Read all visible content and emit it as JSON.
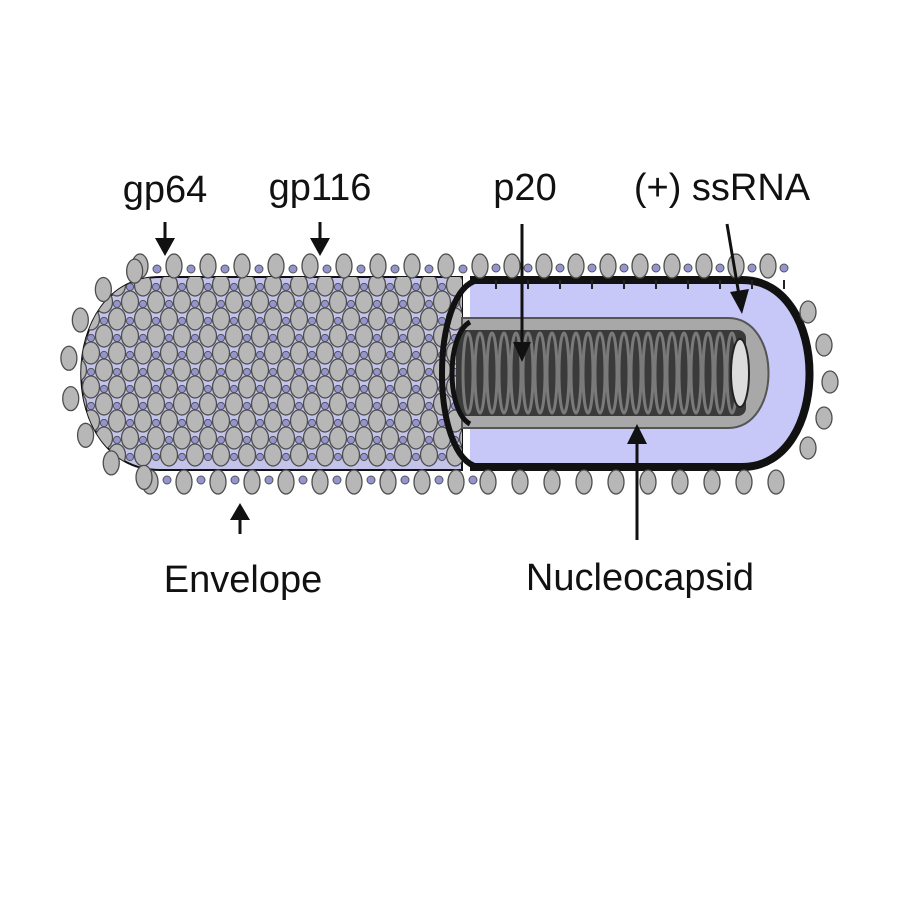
{
  "labels": {
    "gp64": "gp64",
    "gp116": "gp116",
    "p20": "p20",
    "ssrna": "(+) ssRNA",
    "envelope": "Envelope",
    "nucleocapsid": "Nucleocapsid"
  },
  "colors": {
    "envelope_fill": "#c4c4ea",
    "cutaway_fill": "#c8c8f8",
    "glycoprotein_fill": "#b7b7b7",
    "glycoprotein_stroke": "#4d4d4d",
    "small_protein_fill": "#9494cf",
    "capsid_dark": "#3a3a3a",
    "capsid_ring": "#7a7a7a",
    "inner_tube": "#a8a8a8",
    "outline": "#111111"
  }
}
